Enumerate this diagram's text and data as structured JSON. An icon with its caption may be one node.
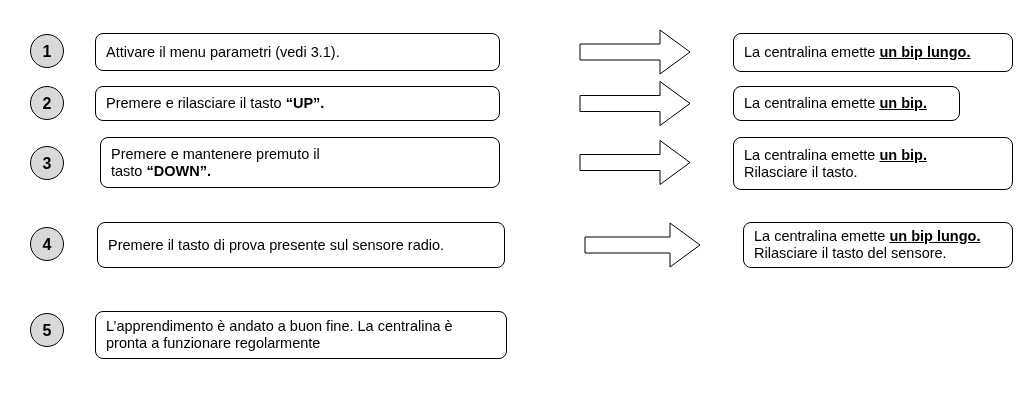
{
  "diagram": {
    "nodes": [
      {
        "text": [
          "1"
        ]
      },
      {
        "text": [
          "Attivare il menu parametri (vedi 3.1)."
        ]
      },
      {
        "text": [
          "La centralina emette **un bip lungo.**"
        ]
      },
      {
        "text": [
          "2"
        ]
      },
      {
        "text": [
          "Premere e rilasciare il tasto **“UP”.**"
        ]
      },
      {
        "text": [
          "La centralina emette **un bip.**"
        ]
      },
      {
        "text": [
          "3"
        ]
      },
      {
        "text": [
          "Premere e mantenere premuto il tasto **“DOWN”.**"
        ]
      },
      {
        "text": [
          "La centralina emette **un bip.** Rilasciare il tasto."
        ]
      },
      {
        "text": [
          "4"
        ]
      },
      {
        "text": [
          "Premere il tasto di prova presente sul sensore radio."
        ]
      },
      {
        "text": [
          "La centralina emette **un bip lungo.** Rilasciare il tasto del sensore."
        ]
      },
      {
        "text": [
          "5"
        ]
      },
      {
        "text": [
          "L’apprendimento è andato a buon fine. La centralina è pronta a funzionare regolarmente"
        ]
      }
    ],
    "edges": [
      {
        "from": 1,
        "to": 2,
        "arrow": "to"
      },
      {
        "from": 4,
        "to": 5,
        "arrow": "to"
      },
      {
        "from": 7,
        "to": 8,
        "arrow": "to"
      },
      {
        "from": 10,
        "to": 11,
        "arrow": "to"
      }
    ]
  }
}
